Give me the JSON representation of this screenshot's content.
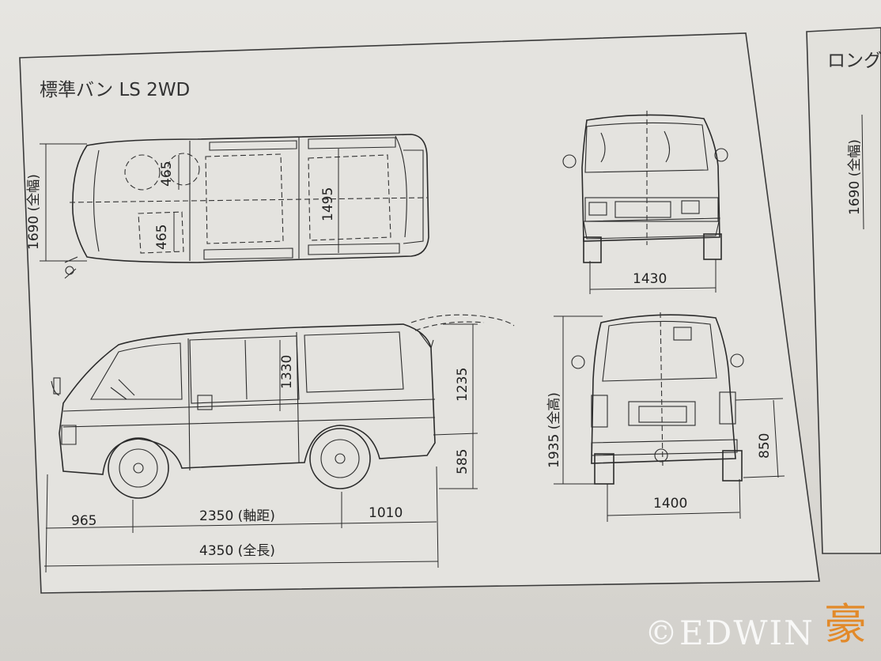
{
  "frame": {
    "title": "標準バン LS 2WD",
    "next_panel_title": "ロング"
  },
  "dimensions": {
    "top_width": "1690 (全幅)",
    "top_inner_width": "1495",
    "top_seat_a": "465",
    "top_seat_b": "465",
    "front_tread": "1430",
    "side_interior_height": "1330",
    "side_upper_height": "1235",
    "side_floor_height": "585",
    "front_overhang": "965",
    "wheelbase": "2350 (軸距)",
    "rear_overhang": "1010",
    "overall_length": "4350 (全長)",
    "overall_height": "1935 (全高)",
    "rear_tread": "1400",
    "rear_floor_height": "850",
    "long_width": "1690 (全幅)"
  },
  "watermark": {
    "text": "©EDWIN",
    "kanji": "豪"
  },
  "colors": {
    "line": "#2b2b2b",
    "watermark_accent": "#e28a2a"
  }
}
